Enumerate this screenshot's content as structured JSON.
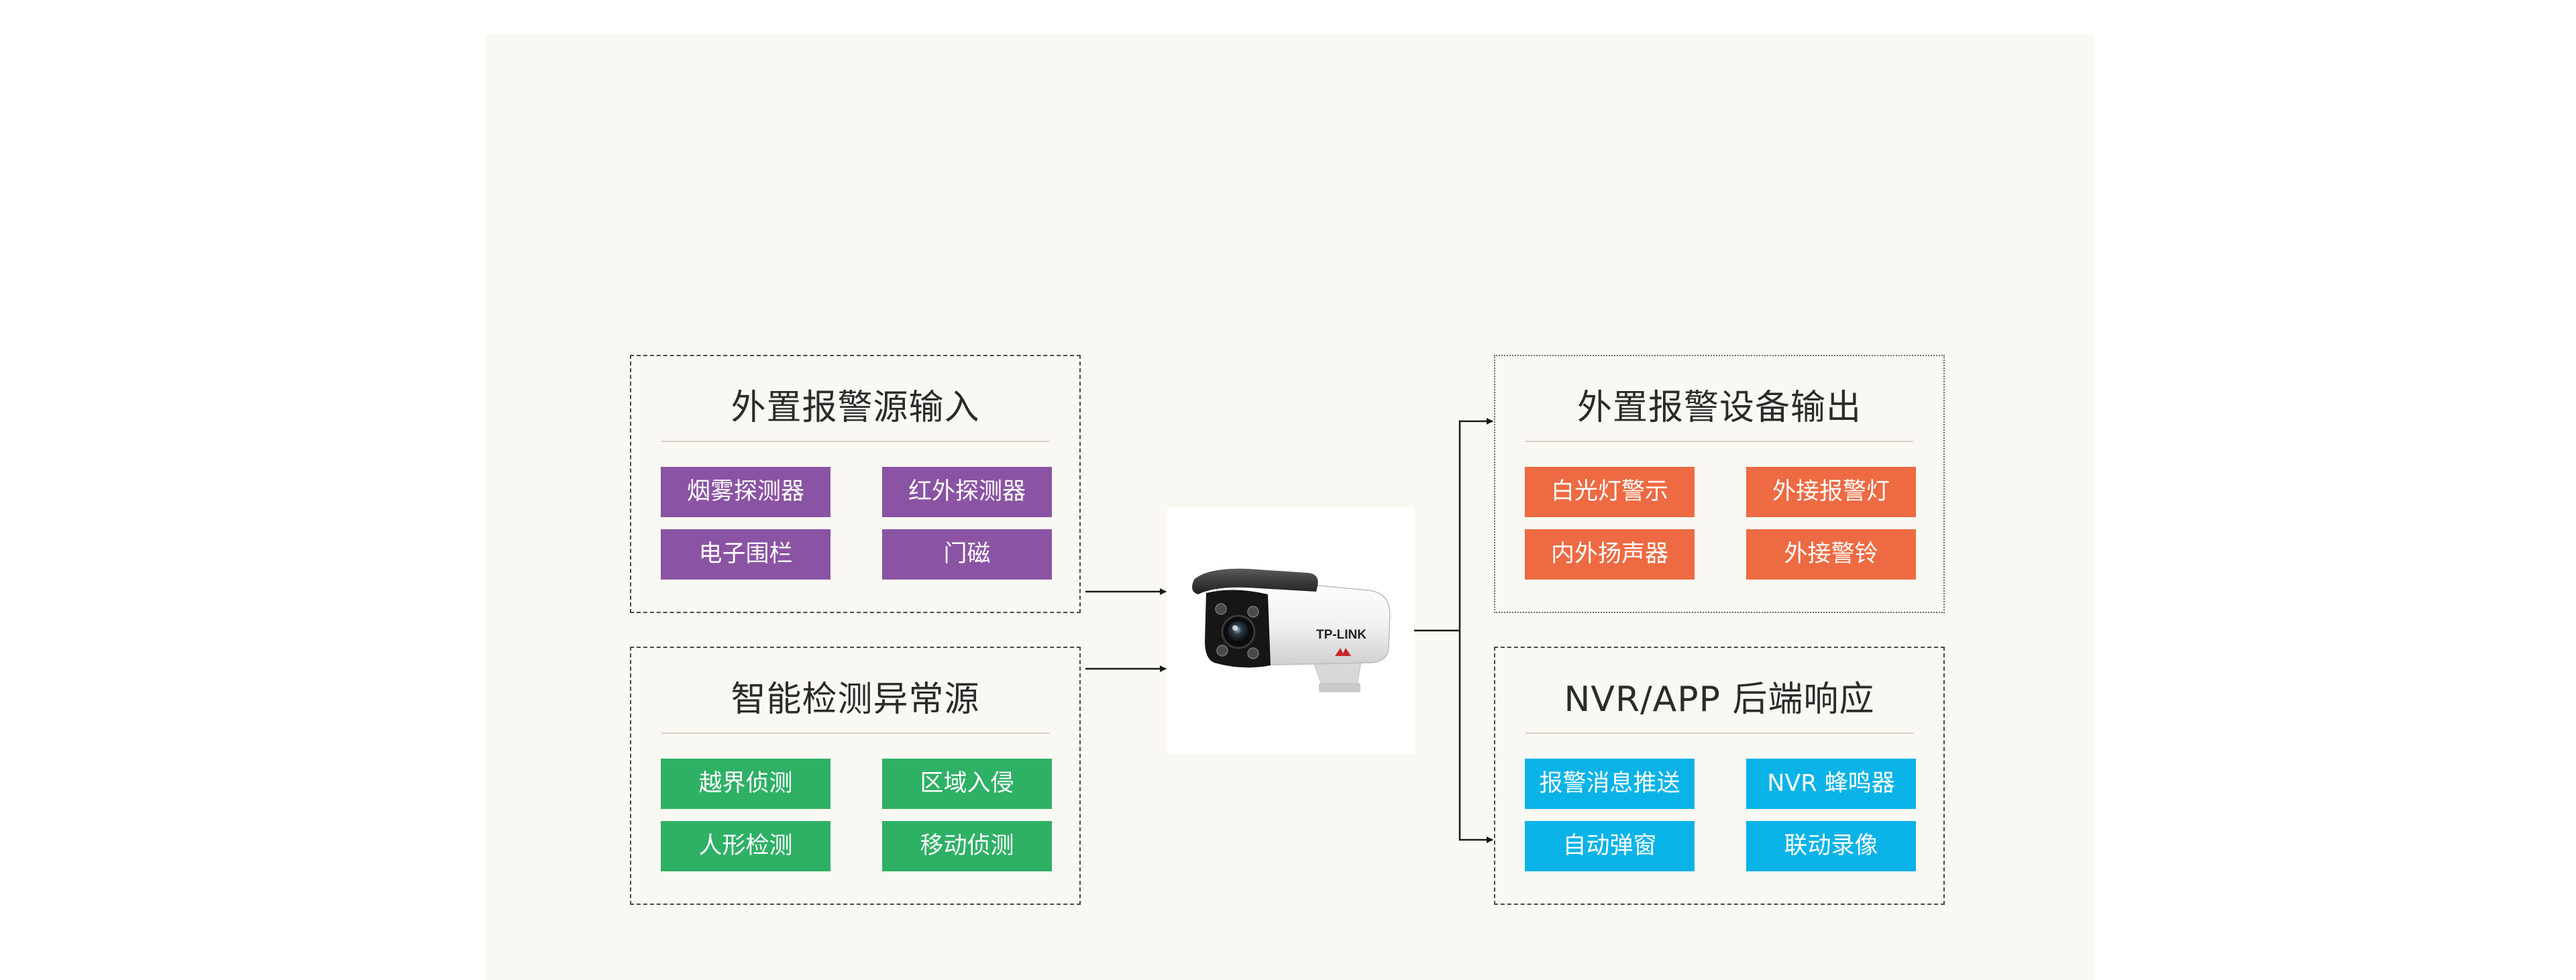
{
  "colors": {
    "input_tag": "#8a53a3",
    "smart_tag": "#2eb065",
    "alarm_tag": "#ee6a42",
    "response_tag": "#09b3e8"
  },
  "groups": {
    "input": {
      "title": "外置报警源输入",
      "items": [
        "烟雾探测器",
        "红外探测器",
        "电子围栏",
        "门磁"
      ]
    },
    "smart": {
      "title": "智能检测异常源",
      "items": [
        "越界侦测",
        "区域入侵",
        "人形检测",
        "移动侦测"
      ]
    },
    "alarm": {
      "title": "外置报警设备输出",
      "items": [
        "白光灯警示",
        "外接报警灯",
        "内外扬声器",
        "外接警铃"
      ]
    },
    "response": {
      "title": "NVR/APP 后端响应",
      "items": [
        "报警消息推送",
        "NVR 蜂鸣器",
        "自动弹窗",
        "联动录像"
      ]
    }
  },
  "camera": {
    "icon": "bullet-camera-icon",
    "brand": "TP-LINK"
  }
}
